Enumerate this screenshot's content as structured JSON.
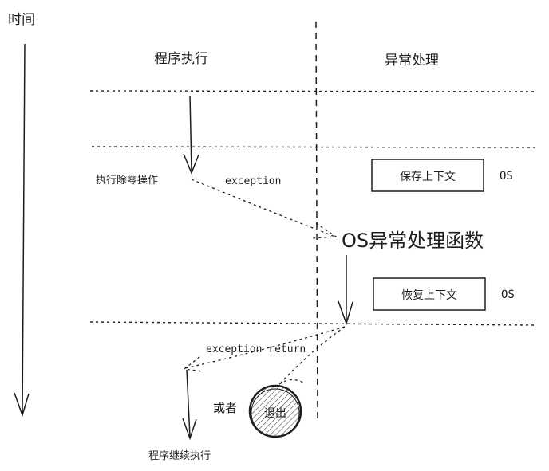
{
  "time_label": "时间",
  "columns": {
    "program": "程序执行",
    "exception": "异常处理"
  },
  "steps": {
    "divide_by_zero": "执行除零操作",
    "exception_label": "exception",
    "save_context": "保存上下文",
    "save_os": "OS",
    "os_handler": "OS异常处理函数",
    "restore_context": "恢复上下文",
    "restore_os": "OS",
    "exception_return": "exception return",
    "or_label": "或者",
    "exit_label": "退出",
    "continue_label": "程序继续执行"
  },
  "colors": {
    "stroke": "#1e1e1e",
    "background": "#ffffff"
  }
}
